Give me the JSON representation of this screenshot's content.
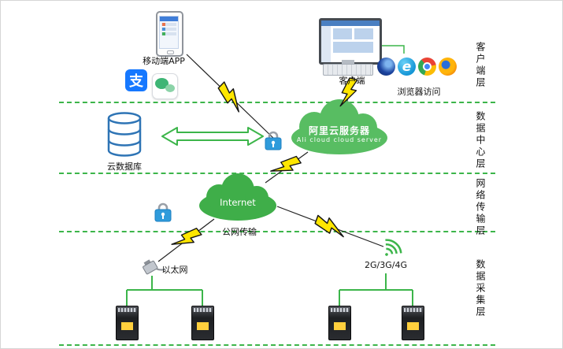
{
  "layers": [
    "客户端层",
    "数据中心层",
    "网络传输层",
    "数据采集层"
  ],
  "mobile": {
    "label": "移动端APP",
    "alipay_glyph": "支"
  },
  "client": {
    "label": "客户端",
    "browsers_label": "浏览器访问",
    "ie_glyph": "e",
    "browser_icons": [
      "navy-browser",
      "internet-explorer",
      "chrome",
      "firefox"
    ]
  },
  "datacenter": {
    "db_label": "云数据库",
    "cloud_title": "阿里云服务器",
    "cloud_subtitle": "Ali cloud cloud server"
  },
  "network": {
    "internet_label": "Internet",
    "public_label": "公网传输"
  },
  "collection": {
    "ethernet_label": "以太网",
    "cellular_label": "2G/3G/4G"
  },
  "colors": {
    "line_green": "#3cb54a",
    "cloud_green": "#3fae49",
    "ali_cloud_green": "#58bd62",
    "bolt_yellow": "#ffe600",
    "database_blue": "#2e74b5",
    "lock_blue": "#2f9bdb",
    "alipay_blue": "#1678ff",
    "wechat_green": "#3eb575"
  }
}
